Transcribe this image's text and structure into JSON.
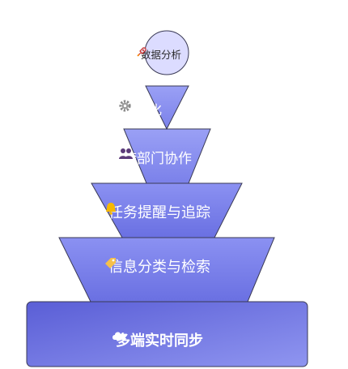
{
  "diagram": {
    "top_node": {
      "label": "数据分析",
      "icon": "rocket-icon"
    },
    "levels": [
      {
        "label": "自动化",
        "icon": "gear-icon"
      },
      {
        "label": "跨部门协作",
        "icon": "people-icon"
      },
      {
        "label": "任务提醒与追踪",
        "icon": "bell-icon"
      },
      {
        "label": "信息分类与检索",
        "icon": "tag-icon"
      }
    ],
    "base": {
      "label": "多端实时同步",
      "icon": "cloud-icon"
    }
  },
  "colors": {
    "circle_fill": "#dcdcff",
    "level_fill_light": "#9aa0f5",
    "level_fill_dark": "#6a70e2",
    "base_fill_start": "#5a5ed6",
    "base_fill_end": "#8f95f0",
    "stroke": "#3a3a55"
  }
}
